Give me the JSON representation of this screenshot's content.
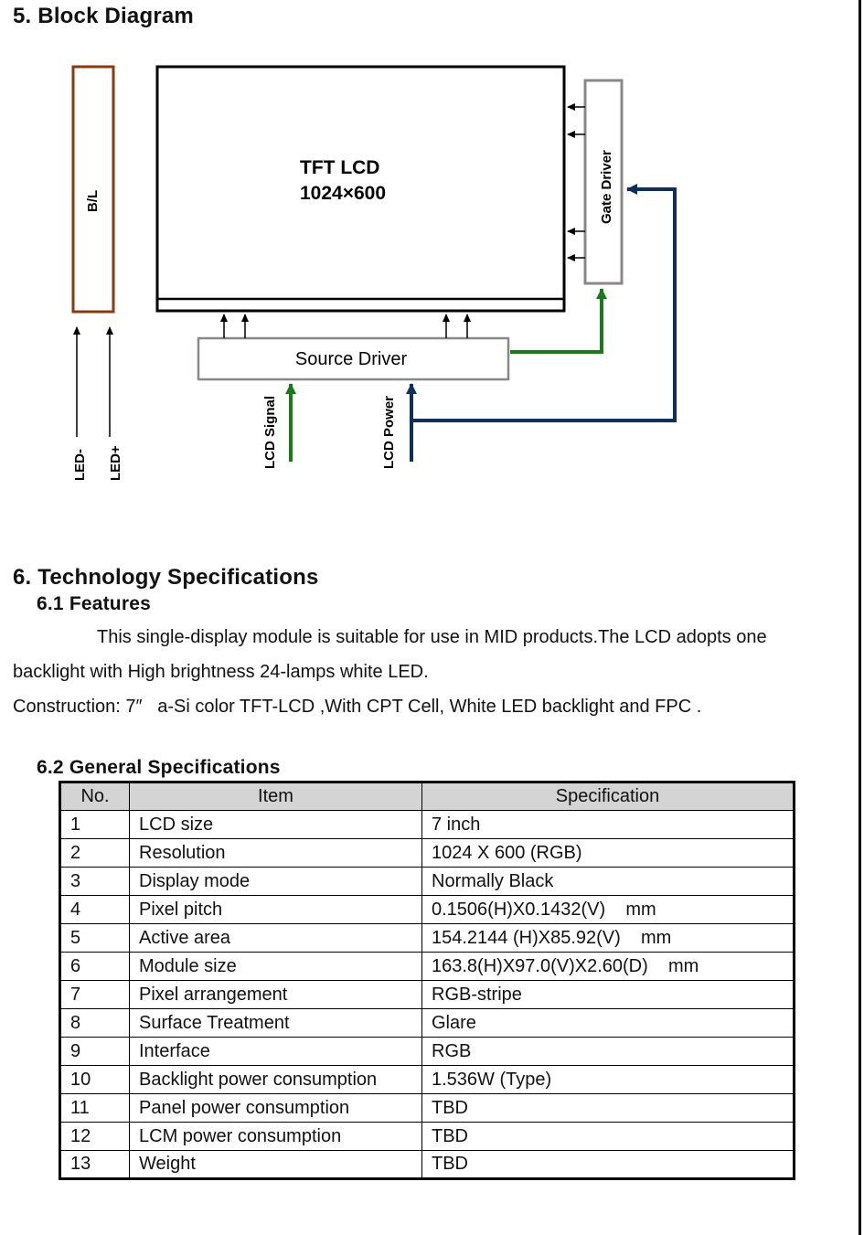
{
  "section5": {
    "title": "5. Block Diagram"
  },
  "diagram": {
    "backlight_label": "B/L",
    "lcd_line1": "TFT LCD",
    "lcd_line2": "1024×600",
    "gate_driver": "Gate Driver",
    "source_driver": "Source Driver",
    "led_minus": "LED-",
    "led_plus": "LED+",
    "lcd_signal": "LCD Signal",
    "lcd_power": "LCD Power",
    "colors": {
      "backlight": "#8B3A0F",
      "signal": "#1a7a1a",
      "power": "#0d2f5c",
      "driver_border": "#888888"
    }
  },
  "section6": {
    "title": "6. Technology Specifications"
  },
  "features": {
    "title": "6.1 Features",
    "line1": "This single-display module is suitable for use in MID products.The LCD adopts one",
    "line2": "backlight with High brightness 24-lamps white LED.",
    "line3": "Construction: 7″   a-Si color TFT-LCD ,With CPT Cell, White LED backlight and FPC ."
  },
  "general": {
    "title": "6.2 General Specifications",
    "headers": {
      "no": "No.",
      "item": "Item",
      "spec": "Specification"
    },
    "rows": [
      {
        "no": "1",
        "item": "LCD size",
        "spec": "7 inch"
      },
      {
        "no": "2",
        "item": "Resolution",
        "spec": "1024 X 600 (RGB)"
      },
      {
        "no": "3",
        "item": "Display mode",
        "spec": "Normally Black"
      },
      {
        "no": "4",
        "item": "Pixel pitch",
        "spec": "0.1506(H)X0.1432(V)    mm"
      },
      {
        "no": "5",
        "item": "Active area",
        "spec": "154.2144 (H)X85.92(V)    mm"
      },
      {
        "no": "6",
        "item": "Module size",
        "spec": "163.8(H)X97.0(V)X2.60(D)    mm"
      },
      {
        "no": "7",
        "item": "Pixel arrangement",
        "spec": "RGB-stripe"
      },
      {
        "no": "8",
        "item": "Surface Treatment",
        "spec": "Glare"
      },
      {
        "no": "9",
        "item": "Interface",
        "spec": "RGB"
      },
      {
        "no": "10",
        "item": "Backlight power consumption",
        "spec": "1.536W (Type)"
      },
      {
        "no": "11",
        "item": "Panel power consumption",
        "spec": "TBD"
      },
      {
        "no": "12",
        "item": "LCM power consumption",
        "spec": "TBD"
      },
      {
        "no": "13",
        "item": "Weight",
        "spec": "TBD"
      }
    ]
  }
}
